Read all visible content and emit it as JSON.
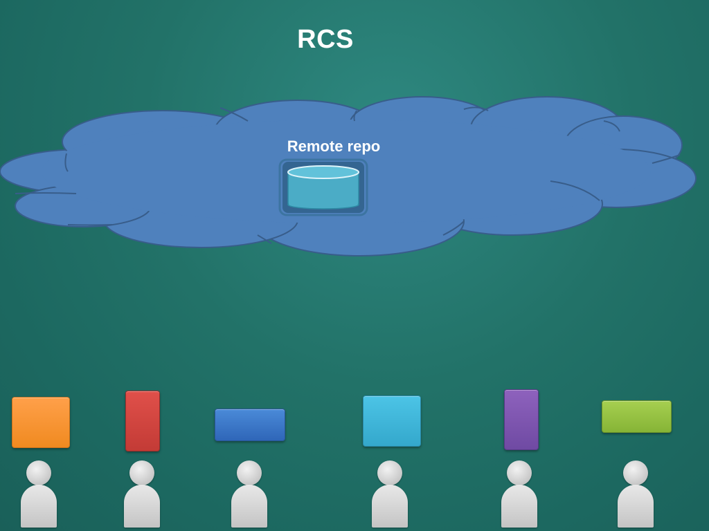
{
  "title": "RCS",
  "cloud": {
    "label": "Remote repo",
    "fill": "#4f81bd",
    "stroke": "#385d8a"
  },
  "repository": {
    "icon": "database-icon",
    "fill": "#4bacc6"
  },
  "clients": [
    {
      "device": "orange-block",
      "color": "#f79646"
    },
    {
      "device": "red-block",
      "color": "#c0504d"
    },
    {
      "device": "blue-block",
      "color": "#3a75c4"
    },
    {
      "device": "cyan-block",
      "color": "#4bacc6"
    },
    {
      "device": "purple-block",
      "color": "#8064a2"
    },
    {
      "device": "green-block",
      "color": "#9bbb59"
    }
  ]
}
